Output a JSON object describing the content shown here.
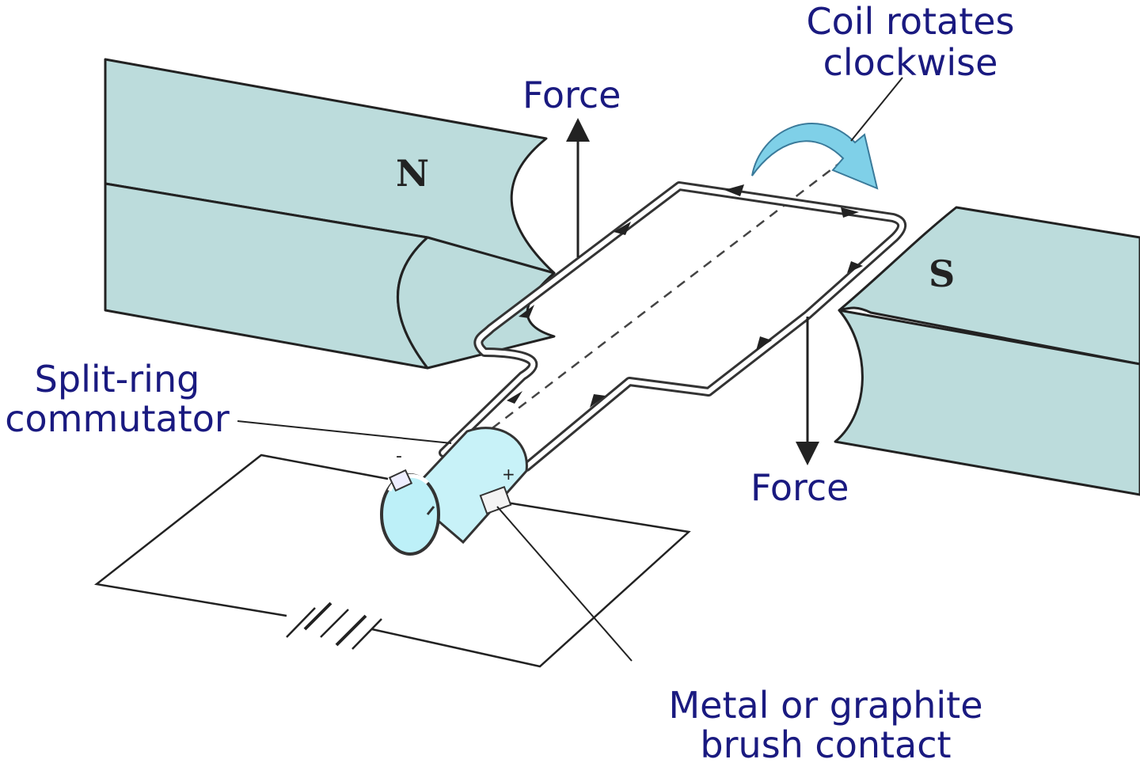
{
  "labels": {
    "north_pole": "N",
    "south_pole": "S",
    "force_top": "Force",
    "force_bottom": "Force",
    "rotation_line1": "Coil rotates",
    "rotation_line2": "clockwise",
    "commutator_line1": "Split-ring",
    "commutator_line2": "commutator",
    "brush_line1": "Metal or graphite",
    "brush_line2": "brush contact",
    "minus_sign": "-",
    "plus_sign": "+"
  },
  "colors": {
    "magnet_fill": "#bcdcdc",
    "label_text": "#1a1a80",
    "rotation_arrow": "#7fd0e8",
    "commutator_fill": "#c8f2f8"
  }
}
